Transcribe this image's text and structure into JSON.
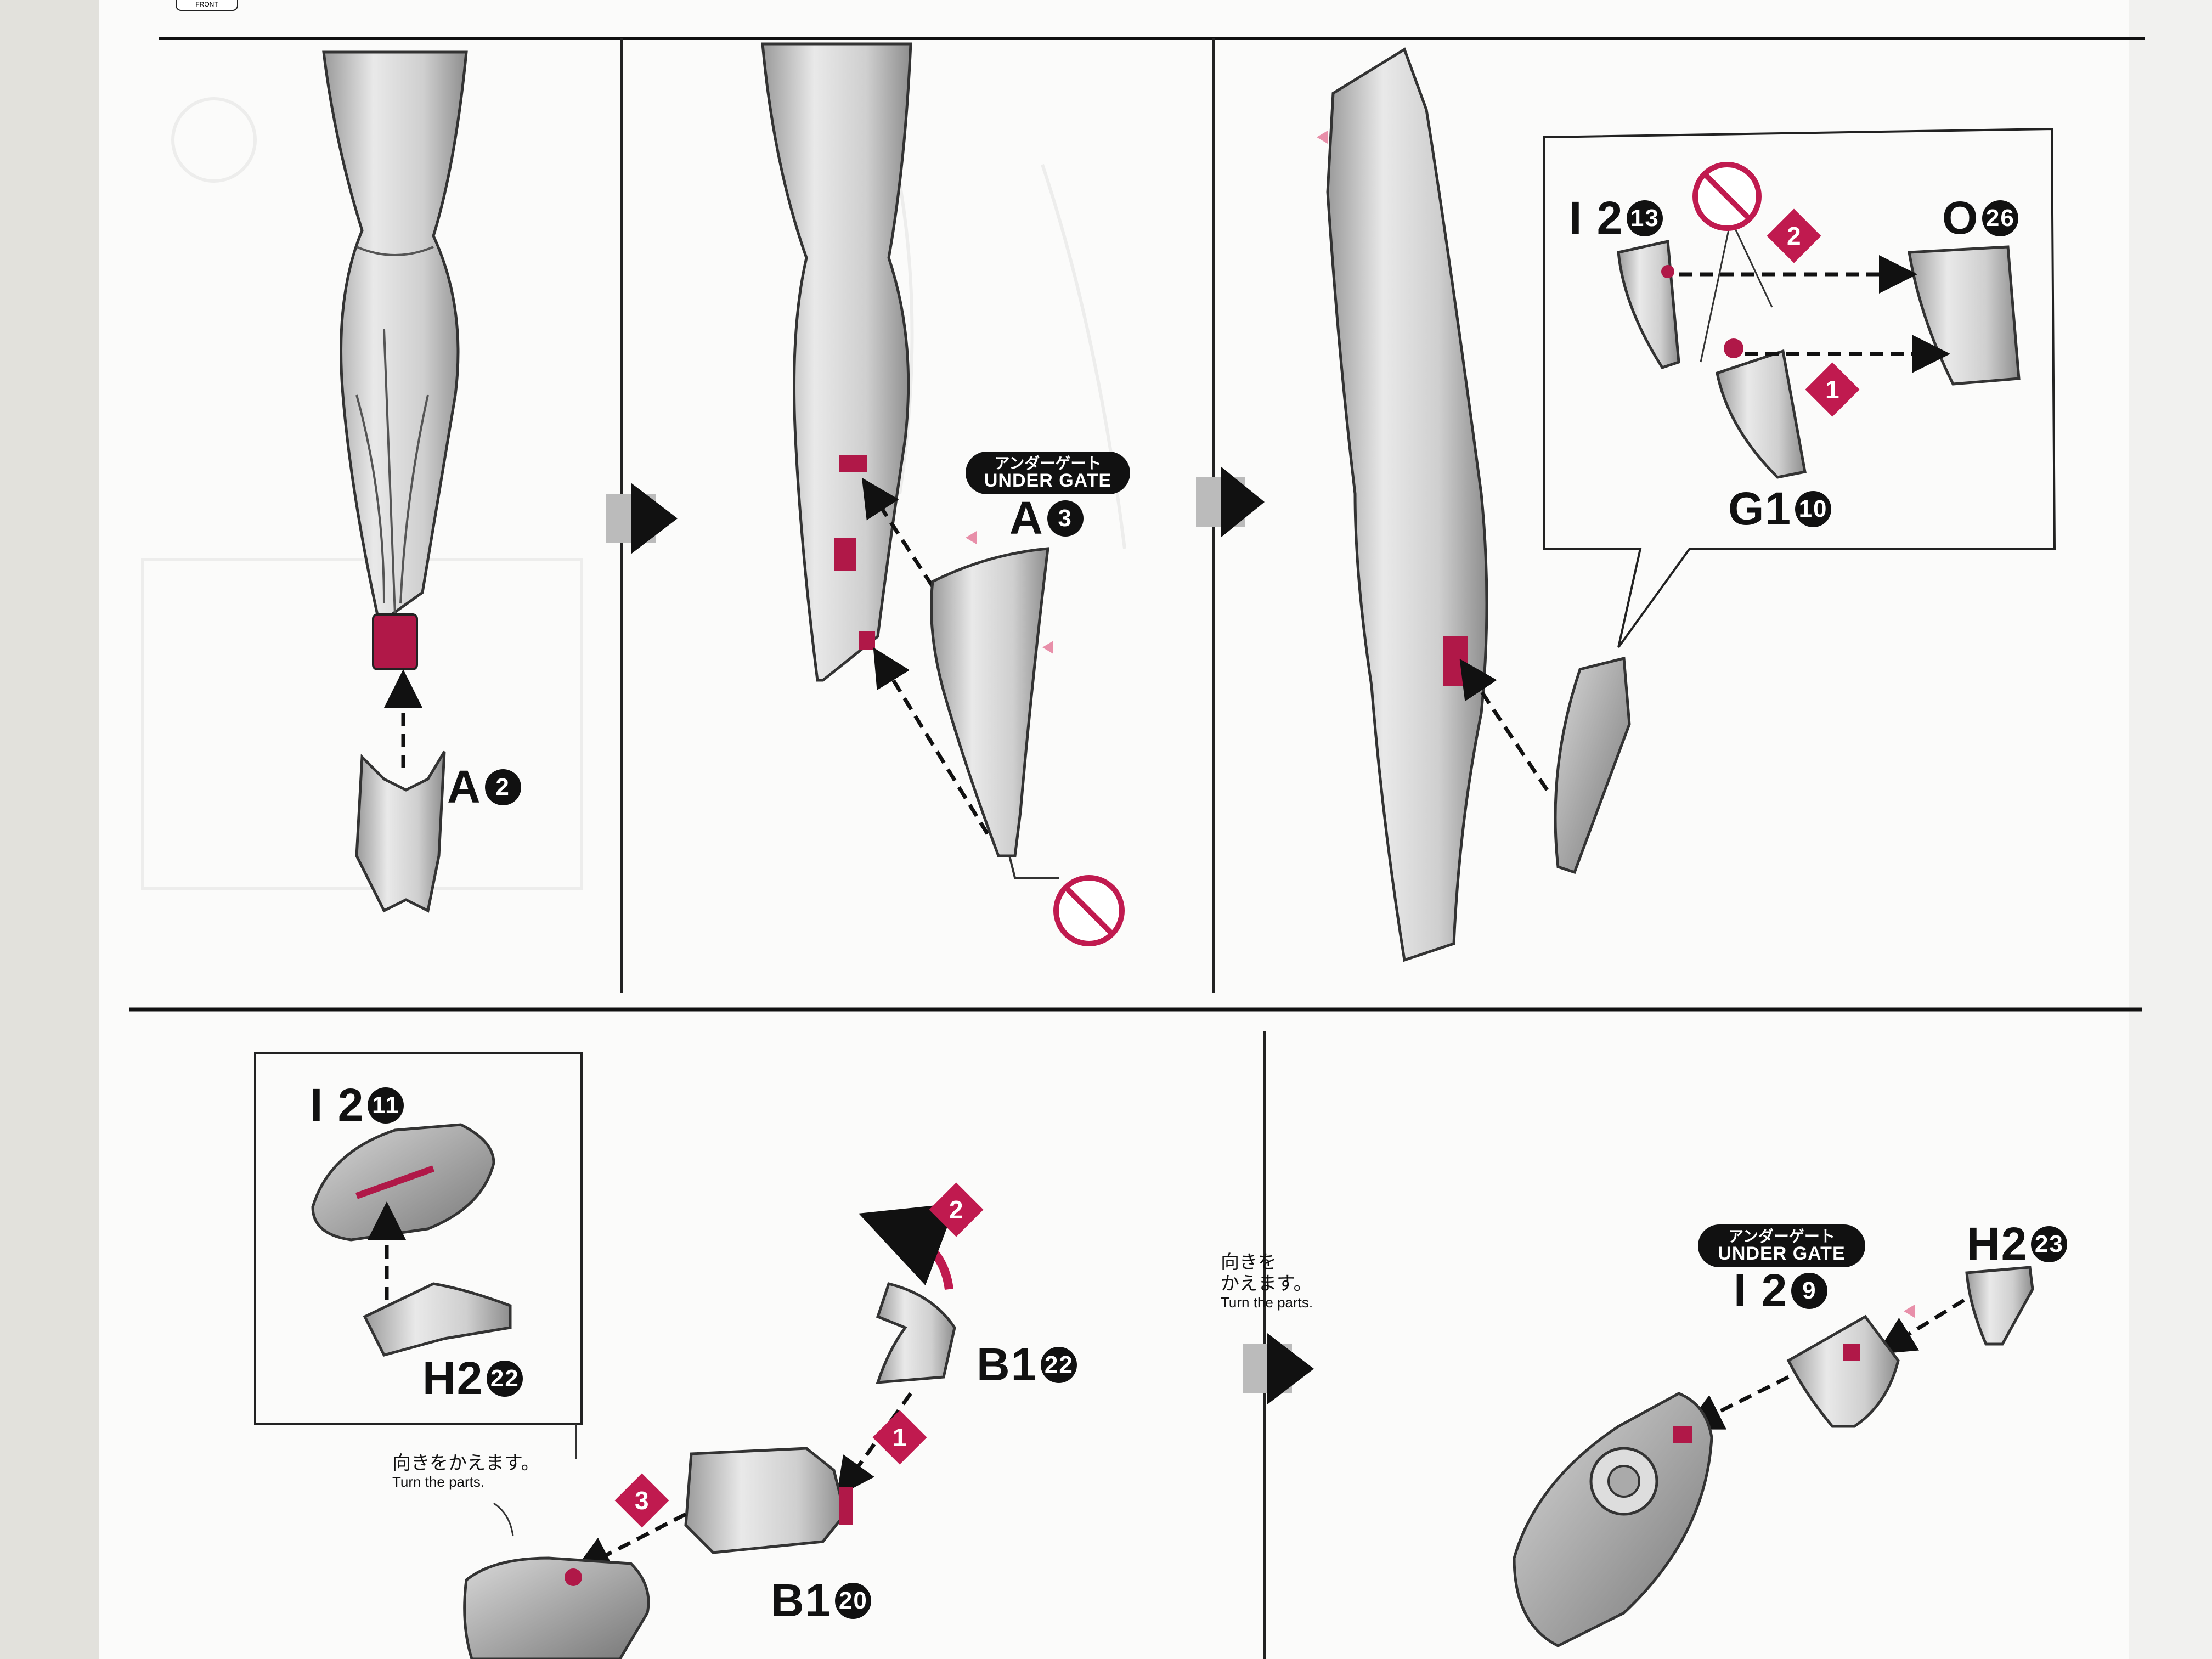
{
  "corner_tag": "FRONT",
  "panels": {
    "p1": {
      "part": "A",
      "num": "2"
    },
    "p2": {
      "gate_jp": "アンダーゲート",
      "gate_en": "UNDER GATE",
      "part": "A",
      "num": "3"
    },
    "p3": {
      "part_a": "I 2",
      "num_a": "13",
      "part_b": "O",
      "num_b": "26",
      "part_c": "G1",
      "num_c": "10",
      "step_1": "1",
      "step_2": "2"
    },
    "p4": {
      "part_a": "I 2",
      "num_a": "11",
      "part_b": "H2",
      "num_b": "22",
      "part_c": "B1",
      "num_c": "22",
      "part_d": "B1",
      "num_d": "20",
      "note_jp": "向きをかえます。",
      "note_en": "Turn the parts.",
      "step_1": "1",
      "step_2": "2",
      "step_3": "3"
    },
    "p5": {
      "note_jp_1": "向きを",
      "note_jp_2": "かえます。",
      "note_en": "Turn the parts.",
      "gate_jp": "アンダーゲート",
      "gate_en": "UNDER GATE",
      "part_a": "I 2",
      "num_a": "9",
      "part_b": "H2",
      "num_b": "23"
    }
  },
  "colors": {
    "accent": "#b01848",
    "ink": "#111111",
    "sheet": "#fbfbfa"
  }
}
